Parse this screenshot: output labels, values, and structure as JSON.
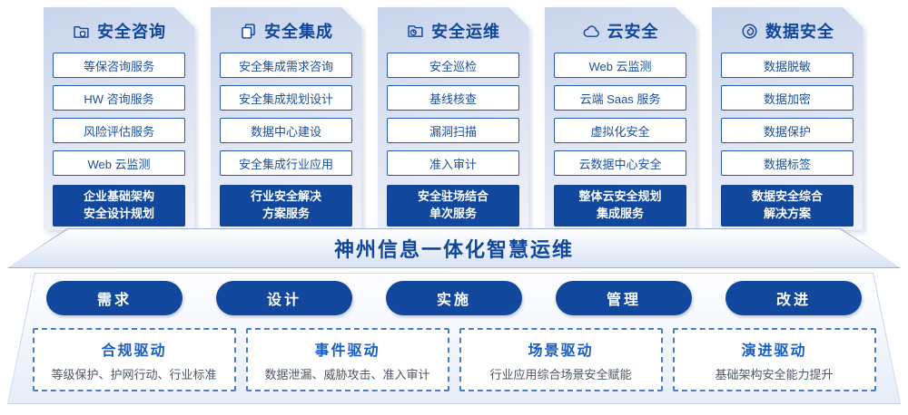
{
  "colors": {
    "accent_navy": "#11479c",
    "item_text_blue": "#1b4f9e",
    "driver_title_blue": "#1a5ec2",
    "driver_desc_gray": "#4d5765",
    "card_gradient_top": "#c9d5ec",
    "card_gradient_bottom": "#eff2fa"
  },
  "columns": [
    {
      "icon": "folder-shield-icon",
      "title": "安全咨询",
      "items": [
        "等保咨询服务",
        "HW 咨询服务",
        "风险评估服务",
        "Web 云监测"
      ],
      "footer_lines": [
        "企业基础架构",
        "安全设计规划"
      ]
    },
    {
      "icon": "copy-docs-icon",
      "title": "安全集成",
      "items": [
        "安全集成需求咨询",
        "安全集成规划设计",
        "数据中心建设",
        "安全集成行业应用"
      ],
      "footer_lines": [
        "行业安全解决",
        "方案服务"
      ]
    },
    {
      "icon": "folder-clock-icon",
      "title": "安全运维",
      "items": [
        "安全巡检",
        "基线核查",
        "漏洞扫描",
        "准入审计"
      ],
      "footer_lines": [
        "安全驻场结合",
        "单次服务"
      ]
    },
    {
      "icon": "cloud-icon",
      "title": "云安全",
      "items": [
        "Web 云监测",
        "云端 Saas 服务",
        "虚拟化安全",
        "云数据中心安全"
      ],
      "footer_lines": [
        "整体云安全规划",
        "集成服务"
      ]
    },
    {
      "icon": "fingerprint-icon",
      "title": "数据安全",
      "items": [
        "数据脱敏",
        "数据加密",
        "数据保护",
        "数据标签"
      ],
      "footer_lines": [
        "数据安全综合",
        "解决方案"
      ]
    }
  ],
  "banner": {
    "title": "神州信息一体化智慧运维"
  },
  "process_steps": [
    "需求",
    "设计",
    "实施",
    "管理",
    "改进"
  ],
  "drivers": [
    {
      "title": "合规驱动",
      "desc": "等级保护、护网行动、行业标准"
    },
    {
      "title": "事件驱动",
      "desc": "数据泄漏、威胁攻击、准入审计"
    },
    {
      "title": "场景驱动",
      "desc": "行业应用综合场景安全赋能"
    },
    {
      "title": "演进驱动",
      "desc": "基础架构安全能力提升"
    }
  ]
}
